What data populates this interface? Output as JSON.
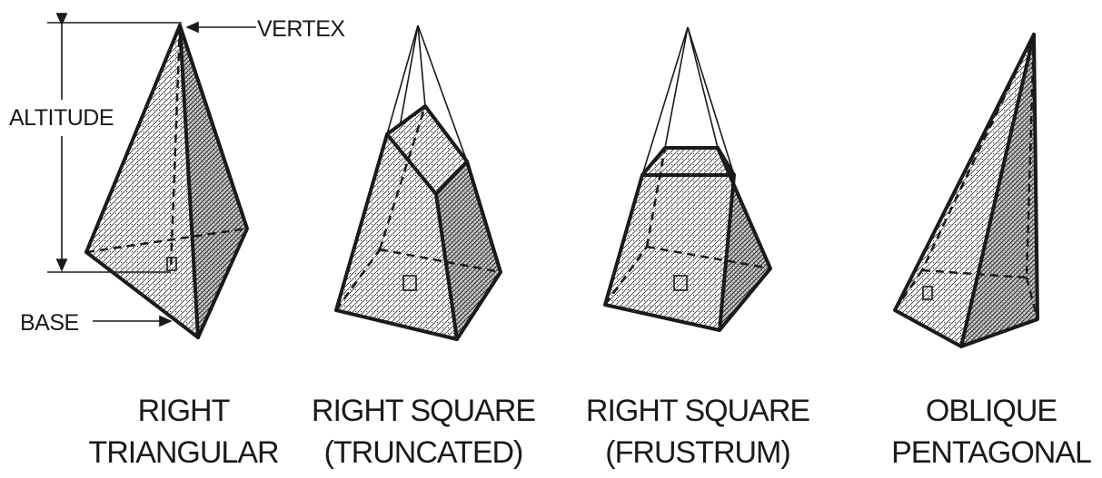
{
  "labels": {
    "vertex": "VERTEX",
    "altitude": "ALTITUDE",
    "base": "BASE"
  },
  "figures": [
    {
      "line1": "RIGHT",
      "line2": "TRIANGULAR"
    },
    {
      "line1": "RIGHT SQUARE",
      "line2": "(TRUNCATED)"
    },
    {
      "line1": "RIGHT SQUARE",
      "line2": "(FRUSTRUM)"
    },
    {
      "line1": "OBLIQUE",
      "line2": "PENTAGONAL"
    }
  ]
}
